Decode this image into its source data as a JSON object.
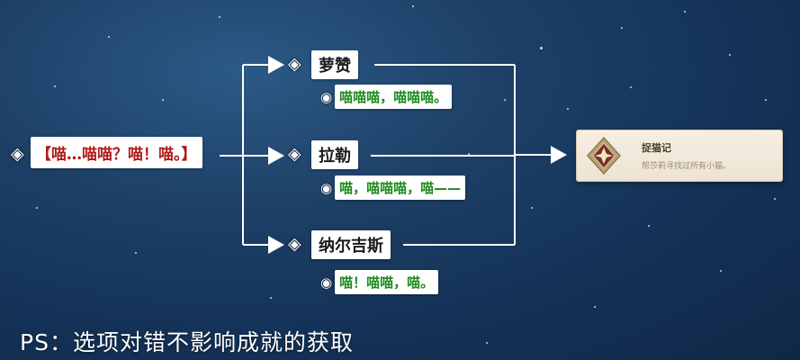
{
  "question": {
    "marker": "◈",
    "text": "【喵…喵喵？喵！喵。】"
  },
  "options": [
    {
      "marker": "◈",
      "name": "萝赞",
      "bullet": "◉",
      "reply": "喵喵喵，喵喵喵。"
    },
    {
      "marker": "◈",
      "name": "拉勒",
      "bullet": "◉",
      "reply": "喵，喵喵喵，喵——"
    },
    {
      "marker": "◈",
      "name": "纳尔吉斯",
      "bullet": "◉",
      "reply": "喵！喵喵，喵。"
    }
  ],
  "achievement": {
    "title": "捉猫记",
    "description": "帮莎莉寻找过所有小猫。",
    "icon": "achievement-badge-icon"
  },
  "footnote": "PS：选项对错不影响成就的获取",
  "colors": {
    "question_text": "#b31c1c",
    "reply_text": "#1f8a1f",
    "connector": "#ffffff"
  }
}
